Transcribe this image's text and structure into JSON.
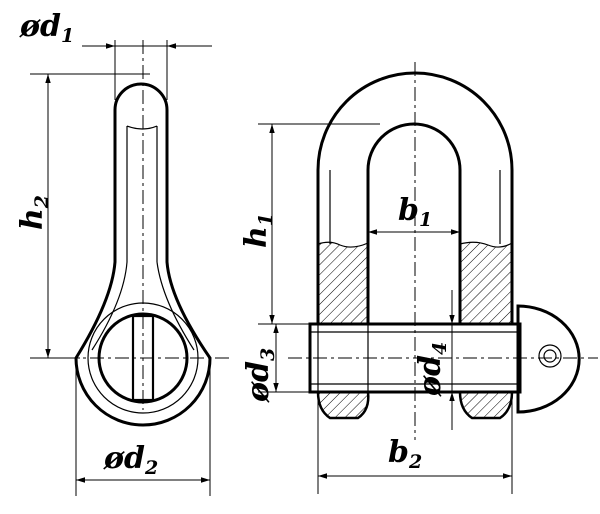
{
  "labels": {
    "d1": {
      "prefix": "ød",
      "sub": "1"
    },
    "h2": {
      "prefix": "h",
      "sub": "2"
    },
    "d2": {
      "prefix": "ød",
      "sub": "2"
    },
    "h1": {
      "prefix": "h",
      "sub": "1"
    },
    "b1": {
      "prefix": "b",
      "sub": "1"
    },
    "d3": {
      "prefix": "ød",
      "sub": "3"
    },
    "d4": {
      "prefix": "ød",
      "sub": "4"
    },
    "b2": {
      "prefix": "b",
      "sub": "2"
    }
  }
}
